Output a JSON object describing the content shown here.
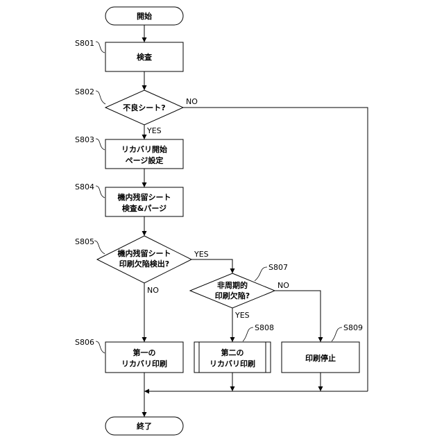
{
  "nodes": {
    "start": {
      "label": "開始"
    },
    "s801": {
      "step": "S801",
      "label": "検査"
    },
    "s802": {
      "step": "S802",
      "label": "不良シート?"
    },
    "s803": {
      "step": "S803",
      "line1": "リカバリ開始",
      "line2": "ページ設定"
    },
    "s804": {
      "step": "S804",
      "line1": "機内残留シート",
      "line2": "検査&パージ"
    },
    "s805": {
      "step": "S805",
      "line1": "機内残留シート",
      "line2": "印刷欠陥検出?"
    },
    "s806": {
      "step": "S806",
      "line1": "第一の",
      "line2": "リカバリ印刷"
    },
    "s807": {
      "step": "S807",
      "line1": "非周期的",
      "line2": "印刷欠陥?"
    },
    "s808": {
      "step": "S808",
      "line1": "第二の",
      "line2": "リカバリ印刷"
    },
    "s809": {
      "step": "S809",
      "label": "印刷停止"
    },
    "end": {
      "label": "終了"
    }
  },
  "branches": {
    "s802_yes": "YES",
    "s802_no": "NO",
    "s805_yes": "YES",
    "s805_no": "NO",
    "s807_yes": "YES",
    "s807_no": "NO"
  }
}
